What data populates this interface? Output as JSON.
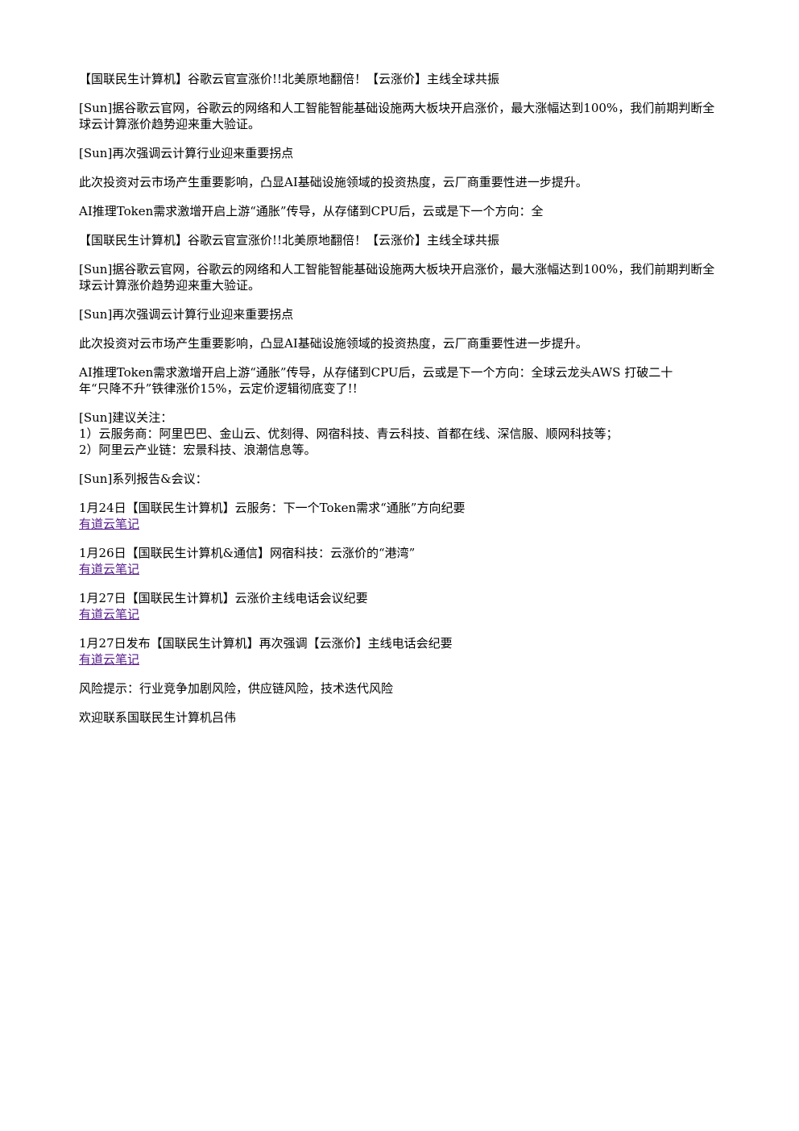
{
  "paragraphs_top": [
    "【国联民生计算机】谷歌云官宣涨价!!北美原地翻倍！【云涨价】主线全球共振",
    "[Sun]据谷歌云官网，谷歌云的网络和人工智能智能基础设施两大板块开启涨价，最大涨幅达到100%，我们前期判断全球云计算涨价趋势迎来重大验证。",
    "[Sun]再次强调云计算行业迎来重要拐点",
    "此次投资对云市场产生重要影响，凸显AI基础设施领域的投资热度，云厂商重要性进一步提升。",
    "AI推理Token需求激增开启上游“通胀”传导，从存储到CPU后，云或是下一个方向：全",
    "【国联民生计算机】谷歌云官宣涨价!!北美原地翻倍！【云涨价】主线全球共振",
    "[Sun]据谷歌云官网，谷歌云的网络和人工智能智能基础设施两大板块开启涨价，最大涨幅达到100%，我们前期判断全球云计算涨价趋势迎来重大验证。",
    "[Sun]再次强调云计算行业迎来重要拐点",
    "此次投资对云市场产生重要影响，凸显AI基础设施领域的投资热度，云厂商重要性进一步提升。"
  ],
  "aws_paragraph": {
    "line1": "AI推理Token需求激增开启上游“通胀”传导，从存储到CPU后，云或是下一个方向：全球云龙头AWS 打破二十",
    "line2": "年“只降不升”铁律涨价15%，云定价逻辑彻底变了!!"
  },
  "suggestion": {
    "heading": "[Sun]建议关注：",
    "item1": "1）云服务商：阿里巴巴、金山云、优刻得、网宿科技、青云科技、首都在线、深信服、顺网科技等；",
    "item2": "2）阿里云产业链：宏景科技、浪潮信息等。"
  },
  "series_heading": "[Sun]系列报告&会议：",
  "meetings": [
    {
      "title": "1月24日【国联民生计算机】云服务：下一个Token需求“通胀”方向纪要",
      "link": "有道云笔记"
    },
    {
      "title": "1月26日【国联民生计算机&通信】网宿科技：云涨价的“港湾”",
      "link": "有道云笔记"
    },
    {
      "title": "1月27日【国联民生计算机】云涨价主线电话会议纪要",
      "link": "有道云笔记"
    },
    {
      "title": "1月27日发布【国联民生计算机】再次强调【云涨价】主线电话会纪要",
      "link": "有道云笔记"
    }
  ],
  "risk": "风险提示：行业竞争加剧风险，供应链风险，技术迭代风险",
  "contact": "欢迎联系国联民生计算机吕伟"
}
